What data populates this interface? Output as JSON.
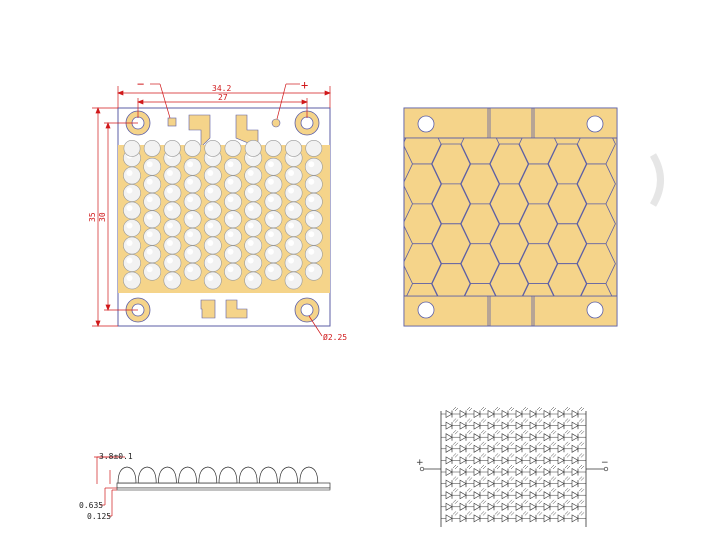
{
  "top_view": {
    "minus_label": "−",
    "plus_label": "+",
    "width_outer": "34.2",
    "width_inner": "27",
    "height_outer": "35",
    "height_inner": "30",
    "hole_diameter": "Ø2.25",
    "led_rows": 8,
    "led_cols": 10
  },
  "side_view": {
    "lens_height": "3.8±0.1",
    "board_thickness": "0.635",
    "base_thickness": "0.125"
  },
  "schematic": {
    "plus_label": "+",
    "minus_label": "−",
    "rows": 10,
    "cols": 10
  },
  "colors": {
    "pad": "#f5d48a",
    "outline": "#5b5ea6",
    "dimension": "#d0181a",
    "board": "#ffffff",
    "led": "#f2f2f2"
  }
}
